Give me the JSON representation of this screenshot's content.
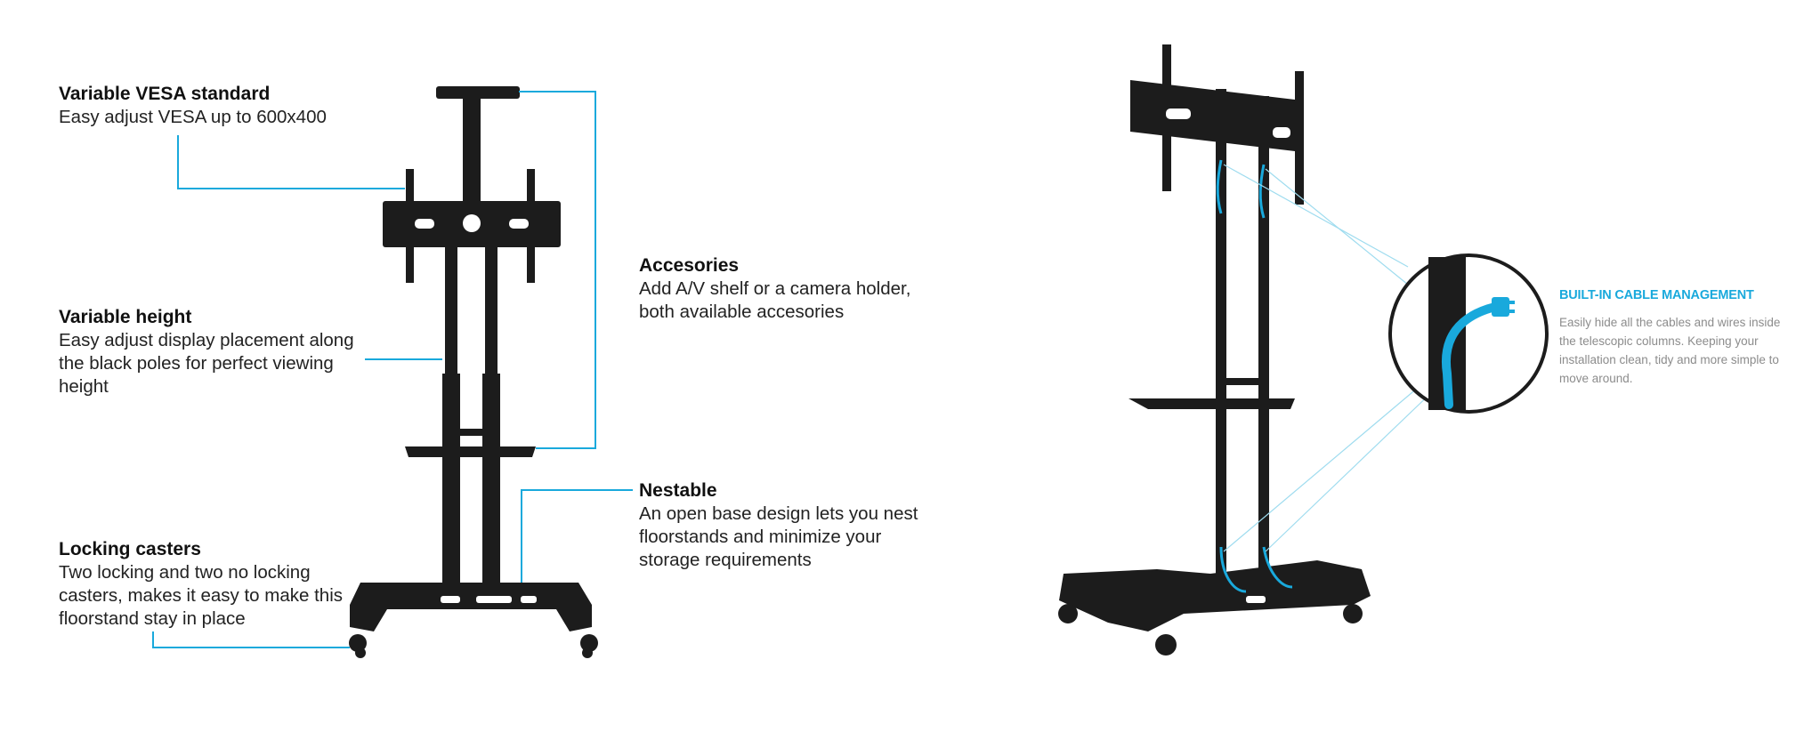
{
  "features": {
    "vesa": {
      "title": "Variable VESA standard",
      "lines": [
        "Easy adjust VESA up to 600x400"
      ]
    },
    "height": {
      "title": "Variable height",
      "lines": [
        "Easy adjust display placement along",
        "the black poles for perfect viewing",
        "height"
      ]
    },
    "casters": {
      "title": "Locking casters",
      "lines": [
        "Two locking and two no locking",
        "casters, makes it easy to make this",
        "floorstand stay in place"
      ]
    },
    "accessories": {
      "title": "Accesories",
      "lines": [
        "Add A/V shelf or a camera holder,",
        "both available accesories"
      ]
    },
    "nestable": {
      "title": "Nestable",
      "lines": [
        "An open base design lets you nest",
        "floorstands and minimize your",
        "storage requirements"
      ]
    }
  },
  "cable_management": {
    "title": "BUILT-IN CABLE MANAGEMENT",
    "lines": [
      "Easily hide all the cables and wires inside",
      "the telescopic columns. Keeping your",
      "installation clean, tidy and more simple to",
      "move around."
    ]
  },
  "colors": {
    "accent": "#19a9dc",
    "product": "#1c1c1c",
    "muted_text": "#8c8c8c"
  }
}
